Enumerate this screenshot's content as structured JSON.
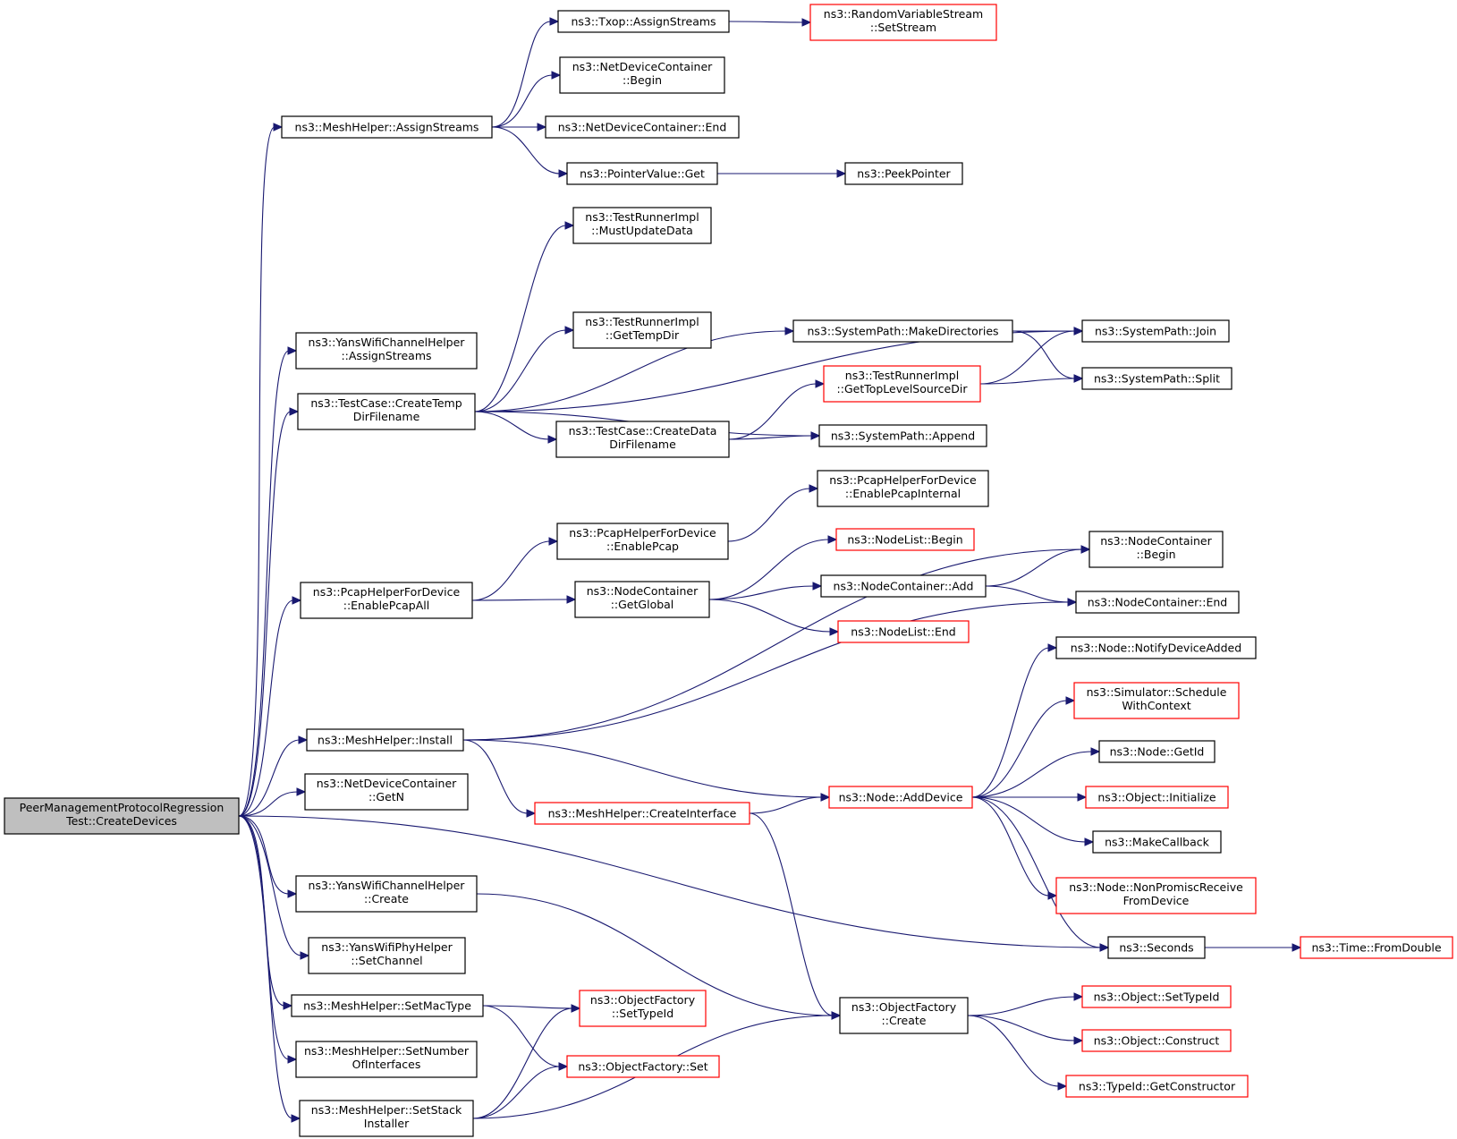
{
  "colors": {
    "root_fill": "#bfbfbf",
    "node_fill": "#ffffff",
    "default_border": "#000000",
    "truncated_border": "#ff0000",
    "edge": "#191970",
    "text": "#000000"
  },
  "nodes": [
    {
      "id": "root",
      "lines": [
        "PeerManagementProtocolRegression",
        "Test::CreateDevices"
      ],
      "root": true
    },
    {
      "id": "mh_assign",
      "lines": [
        "ns3::MeshHelper::AssignStreams"
      ]
    },
    {
      "id": "yans_chan_assign",
      "lines": [
        "ns3::YansWifiChannelHelper",
        "::AssignStreams"
      ]
    },
    {
      "id": "tc_tempdir",
      "lines": [
        "ns3::TestCase::CreateTemp",
        "DirFilename"
      ]
    },
    {
      "id": "pcap_all",
      "lines": [
        "ns3::PcapHelperForDevice",
        "::EnablePcapAll"
      ]
    },
    {
      "id": "mh_install",
      "lines": [
        "ns3::MeshHelper::Install"
      ]
    },
    {
      "id": "ndc_getn",
      "lines": [
        "ns3::NetDeviceContainer",
        "::GetN"
      ]
    },
    {
      "id": "yans_chan_create",
      "lines": [
        "ns3::YansWifiChannelHelper",
        "::Create"
      ]
    },
    {
      "id": "yans_phy_setchannel",
      "lines": [
        "ns3::YansWifiPhyHelper",
        "::SetChannel"
      ]
    },
    {
      "id": "mh_setmac",
      "lines": [
        "ns3::MeshHelper::SetMacType"
      ]
    },
    {
      "id": "mh_setnum",
      "lines": [
        "ns3::MeshHelper::SetNumber",
        "OfInterfaces"
      ]
    },
    {
      "id": "mh_setstack",
      "lines": [
        "ns3::MeshHelper::SetStack",
        "Installer"
      ]
    },
    {
      "id": "txop_assign",
      "lines": [
        "ns3::Txop::AssignStreams"
      ]
    },
    {
      "id": "ndc_begin",
      "lines": [
        "ns3::NetDeviceContainer",
        "::Begin"
      ]
    },
    {
      "id": "ndc_end",
      "lines": [
        "ns3::NetDeviceContainer::End"
      ]
    },
    {
      "id": "pv_get",
      "lines": [
        "ns3::PointerValue::Get"
      ]
    },
    {
      "id": "rvs_setstream",
      "lines": [
        "ns3::RandomVariableStream",
        "::SetStream"
      ],
      "truncated": true
    },
    {
      "id": "peekpointer",
      "lines": [
        "ns3::PeekPointer"
      ]
    },
    {
      "id": "tri_mustupdate",
      "lines": [
        "ns3::TestRunnerImpl",
        "::MustUpdateData"
      ]
    },
    {
      "id": "tri_gettemp",
      "lines": [
        "ns3::TestRunnerImpl",
        "::GetTempDir"
      ]
    },
    {
      "id": "tc_datadir",
      "lines": [
        "ns3::TestCase::CreateData",
        "DirFilename"
      ]
    },
    {
      "id": "sp_makedirs",
      "lines": [
        "ns3::SystemPath::MakeDirectories"
      ]
    },
    {
      "id": "tri_gettoplevel",
      "lines": [
        "ns3::TestRunnerImpl",
        "::GetTopLevelSourceDir"
      ],
      "truncated": true
    },
    {
      "id": "sp_append",
      "lines": [
        "ns3::SystemPath::Append"
      ]
    },
    {
      "id": "sp_join",
      "lines": [
        "ns3::SystemPath::Join"
      ]
    },
    {
      "id": "sp_split",
      "lines": [
        "ns3::SystemPath::Split"
      ]
    },
    {
      "id": "pcap_enable",
      "lines": [
        "ns3::PcapHelperForDevice",
        "::EnablePcap"
      ]
    },
    {
      "id": "pcap_internal",
      "lines": [
        "ns3::PcapHelperForDevice",
        "::EnablePcapInternal"
      ]
    },
    {
      "id": "nc_getglobal",
      "lines": [
        "ns3::NodeContainer",
        "::GetGlobal"
      ]
    },
    {
      "id": "nl_begin",
      "lines": [
        "ns3::NodeList::Begin"
      ],
      "truncated": true
    },
    {
      "id": "nc_add",
      "lines": [
        "ns3::NodeContainer::Add"
      ]
    },
    {
      "id": "nl_end",
      "lines": [
        "ns3::NodeList::End"
      ],
      "truncated": true
    },
    {
      "id": "nc_begin",
      "lines": [
        "ns3::NodeContainer",
        "::Begin"
      ]
    },
    {
      "id": "nc_end",
      "lines": [
        "ns3::NodeContainer::End"
      ]
    },
    {
      "id": "node_notify",
      "lines": [
        "ns3::Node::NotifyDeviceAdded"
      ]
    },
    {
      "id": "sim_schedule",
      "lines": [
        "ns3::Simulator::Schedule",
        "WithContext"
      ],
      "truncated": true
    },
    {
      "id": "node_getid",
      "lines": [
        "ns3::Node::GetId"
      ]
    },
    {
      "id": "obj_init",
      "lines": [
        "ns3::Object::Initialize"
      ],
      "truncated": true
    },
    {
      "id": "makecallback",
      "lines": [
        "ns3::MakeCallback"
      ]
    },
    {
      "id": "node_nonpromisc",
      "lines": [
        "ns3::Node::NonPromiscReceive",
        "FromDevice"
      ],
      "truncated": true
    },
    {
      "id": "seconds",
      "lines": [
        "ns3::Seconds"
      ]
    },
    {
      "id": "time_fromdouble",
      "lines": [
        "ns3::Time::FromDouble"
      ],
      "truncated": true
    },
    {
      "id": "mh_createiface",
      "lines": [
        "ns3::MeshHelper::CreateInterface"
      ],
      "truncated": true
    },
    {
      "id": "node_adddevice",
      "lines": [
        "ns3::Node::AddDevice"
      ],
      "truncated": true
    },
    {
      "id": "of_create",
      "lines": [
        "ns3::ObjectFactory",
        "::Create"
      ]
    },
    {
      "id": "of_settypeid",
      "lines": [
        "ns3::ObjectFactory",
        "::SetTypeId"
      ],
      "truncated": true
    },
    {
      "id": "of_set",
      "lines": [
        "ns3::ObjectFactory::Set"
      ],
      "truncated": true
    },
    {
      "id": "obj_settypeid",
      "lines": [
        "ns3::Object::SetTypeId"
      ],
      "truncated": true
    },
    {
      "id": "obj_construct",
      "lines": [
        "ns3::Object::Construct"
      ],
      "truncated": true
    },
    {
      "id": "typeid_getctor",
      "lines": [
        "ns3::TypeId::GetConstructor"
      ],
      "truncated": true
    }
  ],
  "edges": [
    [
      "root",
      "mh_assign"
    ],
    [
      "root",
      "yans_chan_assign"
    ],
    [
      "root",
      "tc_tempdir"
    ],
    [
      "root",
      "pcap_all"
    ],
    [
      "root",
      "mh_install"
    ],
    [
      "root",
      "ndc_getn"
    ],
    [
      "root",
      "yans_chan_create"
    ],
    [
      "root",
      "yans_phy_setchannel"
    ],
    [
      "root",
      "mh_setmac"
    ],
    [
      "root",
      "mh_setnum"
    ],
    [
      "root",
      "mh_setstack"
    ],
    [
      "root",
      "seconds"
    ],
    [
      "mh_assign",
      "txop_assign"
    ],
    [
      "mh_assign",
      "ndc_begin"
    ],
    [
      "mh_assign",
      "ndc_end"
    ],
    [
      "mh_assign",
      "pv_get"
    ],
    [
      "txop_assign",
      "rvs_setstream"
    ],
    [
      "pv_get",
      "peekpointer"
    ],
    [
      "tc_tempdir",
      "tri_mustupdate"
    ],
    [
      "tc_tempdir",
      "sp_join"
    ],
    [
      "tc_tempdir",
      "tri_gettemp"
    ],
    [
      "tc_tempdir",
      "sp_makedirs"
    ],
    [
      "tc_tempdir",
      "tc_datadir"
    ],
    [
      "tc_tempdir",
      "sp_append"
    ],
    [
      "sp_makedirs",
      "sp_join"
    ],
    [
      "sp_makedirs",
      "sp_split"
    ],
    [
      "tc_datadir",
      "tri_gettoplevel"
    ],
    [
      "tc_datadir",
      "sp_append"
    ],
    [
      "tri_gettoplevel",
      "sp_join"
    ],
    [
      "tri_gettoplevel",
      "sp_split"
    ],
    [
      "pcap_all",
      "pcap_enable"
    ],
    [
      "pcap_all",
      "nc_getglobal"
    ],
    [
      "pcap_enable",
      "pcap_internal"
    ],
    [
      "nc_getglobal",
      "nl_begin"
    ],
    [
      "nc_getglobal",
      "nc_add"
    ],
    [
      "nc_getglobal",
      "nl_end"
    ],
    [
      "nc_add",
      "nc_begin"
    ],
    [
      "nc_add",
      "nc_end"
    ],
    [
      "mh_install",
      "nc_begin"
    ],
    [
      "mh_install",
      "nc_end"
    ],
    [
      "mh_install",
      "node_adddevice"
    ],
    [
      "mh_install",
      "mh_createiface"
    ],
    [
      "mh_createiface",
      "node_adddevice"
    ],
    [
      "mh_createiface",
      "of_create"
    ],
    [
      "node_adddevice",
      "node_notify"
    ],
    [
      "node_adddevice",
      "sim_schedule"
    ],
    [
      "node_adddevice",
      "node_getid"
    ],
    [
      "node_adddevice",
      "obj_init"
    ],
    [
      "node_adddevice",
      "makecallback"
    ],
    [
      "node_adddevice",
      "node_nonpromisc"
    ],
    [
      "node_adddevice",
      "seconds"
    ],
    [
      "seconds",
      "time_fromdouble"
    ],
    [
      "yans_chan_create",
      "of_create"
    ],
    [
      "mh_setmac",
      "of_settypeid"
    ],
    [
      "mh_setmac",
      "of_set"
    ],
    [
      "mh_setstack",
      "of_settypeid"
    ],
    [
      "mh_setstack",
      "of_set"
    ],
    [
      "mh_setstack",
      "of_create"
    ],
    [
      "of_create",
      "obj_settypeid"
    ],
    [
      "of_create",
      "obj_construct"
    ],
    [
      "of_create",
      "typeid_getctor"
    ]
  ]
}
